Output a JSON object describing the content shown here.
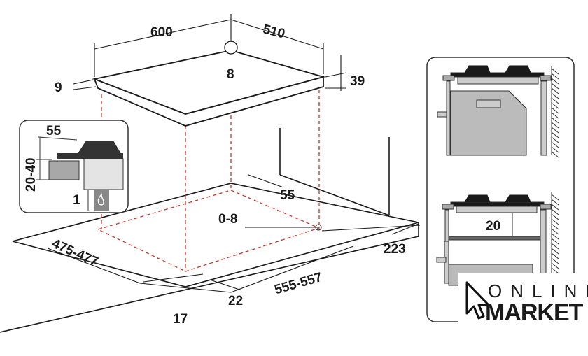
{
  "main_diagram": {
    "hob_width": "600",
    "hob_depth": "510",
    "gas_inlet_offset": "8",
    "glass_thickness": "9",
    "hob_height": "39",
    "rear_clearance": "55",
    "tolerance": "0-8",
    "side_distance": "223",
    "cutout_depth": "475-477",
    "cutout_width": "555-557",
    "front_clearance": "22",
    "front_edge": "17"
  },
  "inset_left": {
    "top_clearance": "55",
    "worktop_thickness": "20-40",
    "gap": "1",
    "icon": "flame-icon"
  },
  "inset_right": {
    "shelf_gap": "20"
  },
  "logo": {
    "line1": "ONLINE",
    "line2": "MARKET",
    "icon": "cursor-arrow-icon"
  },
  "colors": {
    "line": "#1a1a1a",
    "dashed_red": "#c0392b",
    "gray_fill": "#b8b8b8"
  }
}
